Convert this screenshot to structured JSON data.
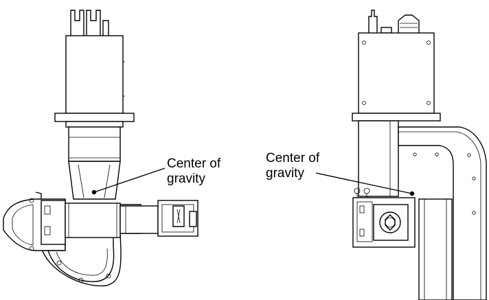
{
  "labels": {
    "left": [
      "Center of",
      "gravity"
    ],
    "right": [
      "Center of",
      "gravity"
    ]
  },
  "icons": [
    "robot-arm-front-view",
    "robot-arm-side-view",
    "center-of-gravity-marker"
  ],
  "colors": {
    "line": "#000000",
    "background": "#ffffff"
  }
}
